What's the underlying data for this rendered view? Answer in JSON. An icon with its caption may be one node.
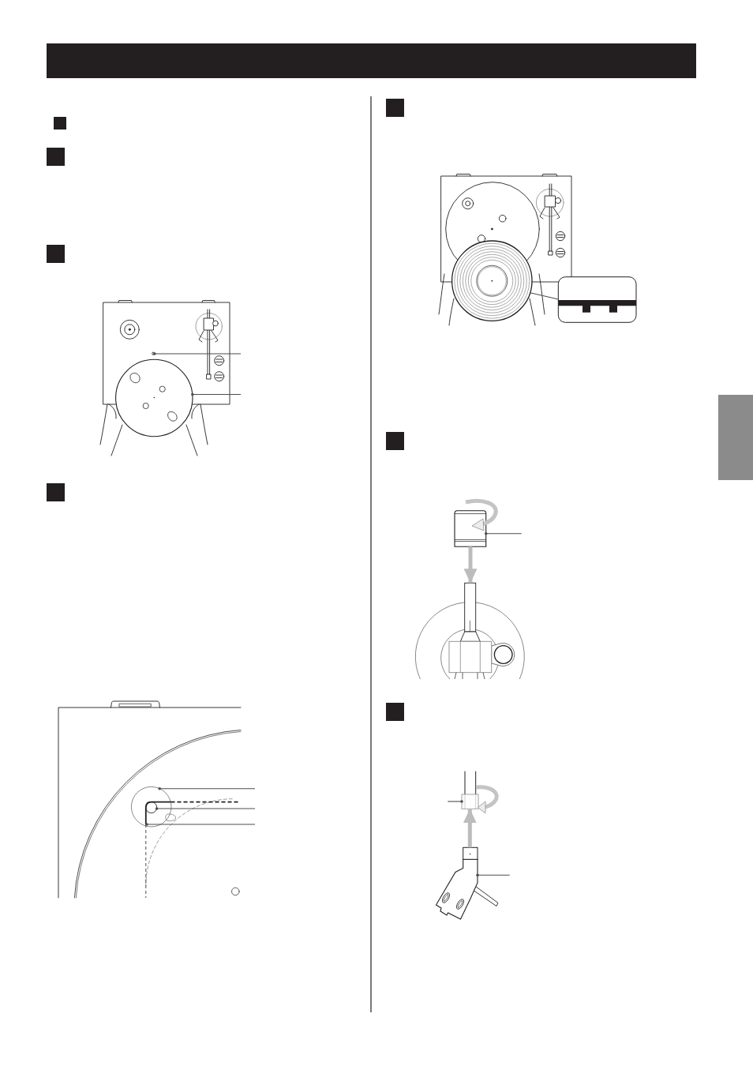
{
  "diagram": {
    "nodes": [
      {
        "text": [],
        "shape": "circle"
      },
      {
        "text": [],
        "shape": "circle"
      },
      {
        "text": [],
        "shape": "circle"
      },
      {
        "text": [],
        "shape": "circle"
      },
      {
        "text": [],
        "shape": "picture"
      },
      {
        "text": [],
        "shape": "picture"
      },
      {
        "text": [],
        "shape": "picture"
      },
      {
        "text": [],
        "shape": "picture"
      },
      {
        "text": [],
        "shape": "picture"
      },
      {
        "text": [],
        "shape": "picture"
      },
      {
        "text": [],
        "shape": "picture"
      },
      {
        "text": [],
        "shape": "box"
      }
    ],
    "edges": [
      {
        "from": null,
        "to": 0,
        "arrow": "other"
      },
      {
        "from": null,
        "to": 1,
        "arrow": "other"
      },
      {
        "from": null,
        "to": 2,
        "arrow": "other"
      },
      {
        "from": null,
        "to": 3,
        "arrow": "other"
      },
      {
        "from": null,
        "to": 4,
        "arrow": "other"
      },
      {
        "from": 5,
        "to": 6,
        "arrow": "none"
      },
      {
        "from": null,
        "to": 7,
        "arrow": "other"
      },
      {
        "from": 7,
        "to": 8,
        "arrow": "to",
        "style": "thick",
        "color": "#bcbcbc"
      },
      {
        "from": null,
        "to": 9,
        "arrow": "other"
      },
      {
        "from": 10,
        "to": 9,
        "arrow": "to",
        "style": "thick",
        "color": "#bcbcbc"
      },
      {
        "from": null,
        "to": 10,
        "arrow": "other"
      }
    ]
  }
}
